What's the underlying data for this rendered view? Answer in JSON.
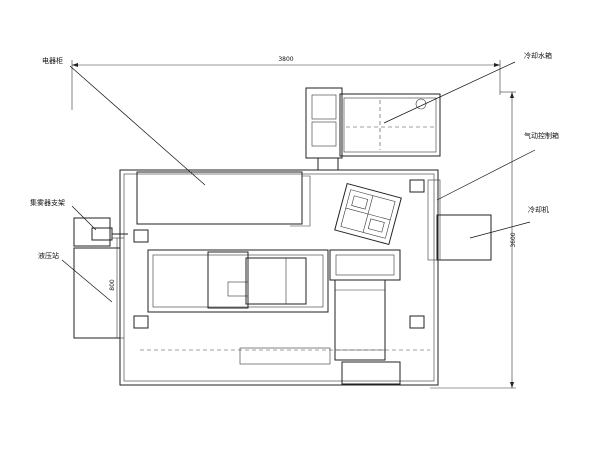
{
  "labels": {
    "electrical_cabinet": "电器柜",
    "chiller_tank": "冷却水箱",
    "pneumatic_control_box": "气动控制箱",
    "chip_collector_bracket": "集雾器支架",
    "chiller": "冷却机",
    "hydraulic_station": "液压站"
  },
  "dimensions": {
    "overall_width": "3800",
    "overall_height": "3600",
    "side_width": "800"
  },
  "colors": {
    "line": "#222222",
    "background": "#ffffff"
  }
}
